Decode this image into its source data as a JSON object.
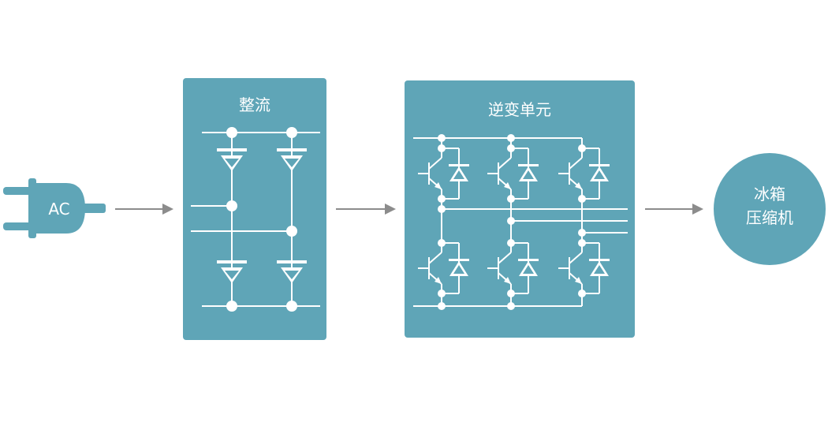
{
  "source": {
    "label": "AC"
  },
  "rectifier": {
    "title": "整流"
  },
  "inverter": {
    "title": "逆变单元"
  },
  "load": {
    "line1": "冰箱",
    "line2": "压缩机"
  },
  "colors": {
    "block": "#5fa5b7",
    "arrow": "#8c8c8c",
    "line": "#ffffff",
    "background": "#ffffff"
  }
}
